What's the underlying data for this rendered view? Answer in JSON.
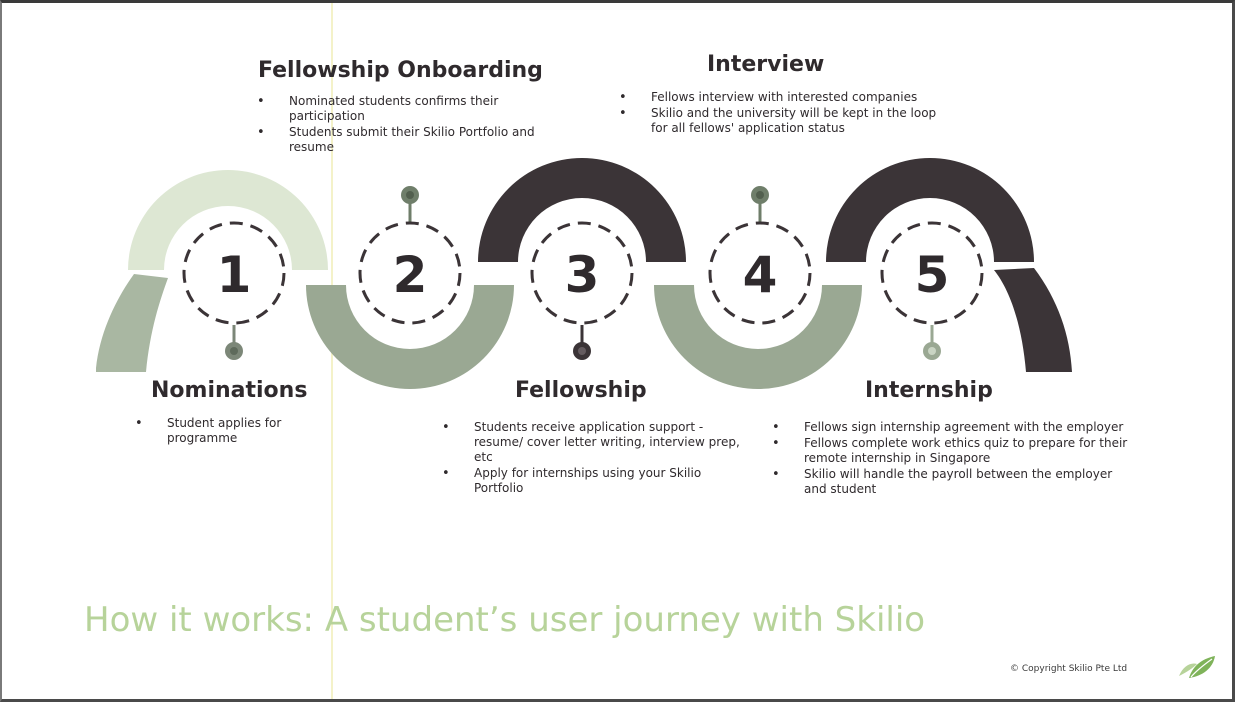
{
  "steps": [
    {
      "number": "1",
      "title": "Nominations",
      "bullets": [
        "Student applies for programme"
      ]
    },
    {
      "number": "2",
      "title": "Fellowship Onboarding",
      "bullets": [
        "Nominated students confirms their participation",
        "Students submit their Skilio Portfolio and resume"
      ]
    },
    {
      "number": "3",
      "title": "Fellowship",
      "bullets": [
        "Students receive application support - resume/ cover letter writing, interview prep, etc",
        "Apply for internships using your Skilio Portfolio"
      ]
    },
    {
      "number": "4",
      "title": "Interview",
      "bullets": [
        "Fellows interview with interested companies",
        "Skilio and the university will be kept in the loop for all fellows' application status"
      ]
    },
    {
      "number": "5",
      "title": "Internship",
      "bullets": [
        "Fellows sign internship agreement with the employer",
        "Fellows complete work ethics quiz to prepare for their remote internship in Singapore",
        "Skilio will handle the payroll between the employer and student"
      ]
    }
  ],
  "page_title": "How it works: A student’s user journey with Skilio",
  "copyright": "© Copyright Skilio Pte Ltd",
  "logo_icon": "leaf-logo-icon",
  "colors": {
    "pale_green": "#dde7d3",
    "sage": "#9aa893",
    "dark": "#3b3437",
    "title_green": "#b7d39a",
    "text": "#2f2a2d"
  }
}
